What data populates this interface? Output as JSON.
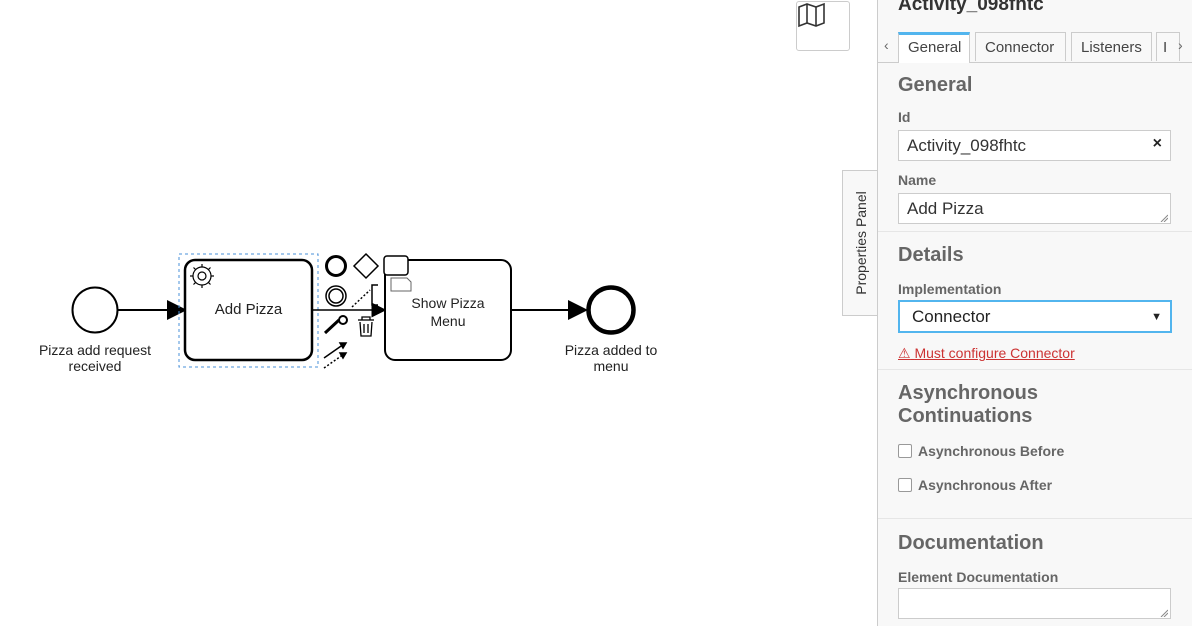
{
  "diagram": {
    "start_event_label": "Pizza add request received",
    "task1_label": "Add Pizza",
    "task2_label": "Show Pizza Menu",
    "end_event_label": "Pizza added to menu"
  },
  "canvas_tools": {
    "map_icon": "map-icon",
    "context_pad_icons": [
      "end-event-icon",
      "gateway-icon",
      "text-annotation-icon",
      "intermediate-event-icon",
      "connect-icon",
      "wrench-icon",
      "trash-icon",
      "sequence-flow-icon"
    ]
  },
  "panel_toggle": {
    "label": "Properties Panel"
  },
  "properties_panel": {
    "title": "Activity_098fhtc",
    "tabs": [
      {
        "label": "General",
        "active": true
      },
      {
        "label": "Connector",
        "active": false
      },
      {
        "label": "Listeners",
        "active": false
      },
      {
        "label": "I",
        "active": false
      }
    ],
    "general": {
      "heading": "General",
      "id_label": "Id",
      "id_value": "Activity_098fhtc",
      "name_label": "Name",
      "name_value": "Add Pizza"
    },
    "details": {
      "heading": "Details",
      "implementation_label": "Implementation",
      "implementation_value": "Connector",
      "error": "Must configure Connector"
    },
    "async": {
      "heading_line1": "Asynchronous",
      "heading_line2": "Continuations",
      "before_label": "Asynchronous Before",
      "after_label": "Asynchronous After"
    },
    "documentation": {
      "heading": "Documentation",
      "element_doc_label": "Element Documentation",
      "element_doc_value": ""
    }
  },
  "colors": {
    "accent": "#52b5ee",
    "error": "#cc3333",
    "selection": "#4a90d9"
  }
}
